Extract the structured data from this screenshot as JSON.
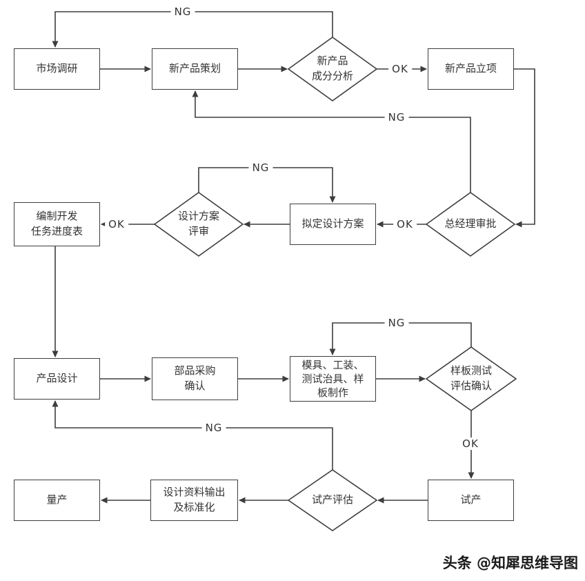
{
  "nodes": {
    "market_research": "市场调研",
    "planning": "新产品策划",
    "analysis": "新产品\n成分分析",
    "approval": "新产品立项",
    "schedule": "编制开发\n任务进度表",
    "design_review": "设计方案\n评审",
    "draft_design": "拟定设计方案",
    "gm_approval": "总经理审批",
    "product_design": "产品设计",
    "parts_purchase": "部品采购\n确认",
    "tooling": "模具、工装、\n测试治具、样\n板制作",
    "sample_test": "样板测试\n评估确认",
    "mass_production": "量产",
    "design_output": "设计资料输出\n及标准化",
    "trial_eval": "试产评估",
    "trial": "试产"
  },
  "edge_labels": {
    "ng_analysis_to_research": "NG",
    "ok_analysis_to_approval": "OK",
    "ng_gm_to_planning": "NG",
    "ng_review_to_draft": "NG",
    "ok_gm_to_draft": "OK",
    "ok_review_to_schedule": "OK",
    "ng_sample_to_tooling": "NG",
    "ok_sample_to_trial": "OK",
    "ng_trialeval_to_productdesign": "NG"
  },
  "footer": {
    "watermark": "头条 @知犀思维导图"
  },
  "colors": {
    "stroke": "#3d3d3d",
    "text": "#333333",
    "background": "#ffffff"
  }
}
